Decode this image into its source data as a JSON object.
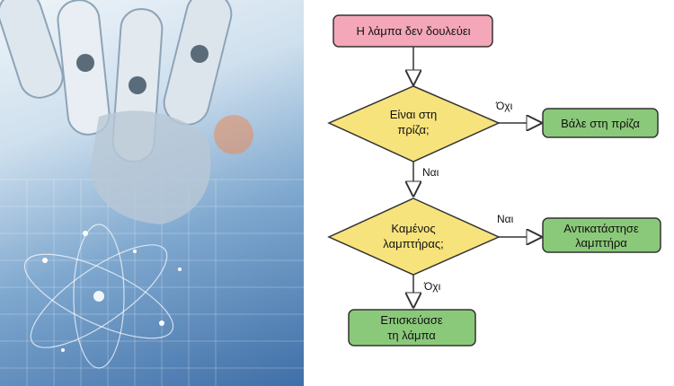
{
  "diagram": {
    "start": {
      "text": "Η λάμπα δεν δουλεύει"
    },
    "decision1": {
      "lines": [
        "Είναι στη",
        "πρίζα;"
      ]
    },
    "action1": {
      "text": "Βάλε στη πρίζα"
    },
    "decision2": {
      "lines": [
        "Καμένος",
        "λαμπτήρας;"
      ]
    },
    "action2": {
      "lines": [
        "Αντικατάστησε",
        "λαμπτήρα"
      ]
    },
    "action3": {
      "lines": [
        "Επισκεύασε",
        "τη λάμπα"
      ]
    },
    "labels": {
      "no1": "Όχι",
      "yes1": "Ναι",
      "yes2": "Ναι",
      "no2": "Όχι"
    }
  },
  "colors": {
    "start_fill": "#f4a7b9",
    "decision_fill": "#f7e37c",
    "action_fill": "#8bc97a",
    "border": "#333333"
  },
  "image": {
    "subject": "robotic hand with science graphics"
  }
}
